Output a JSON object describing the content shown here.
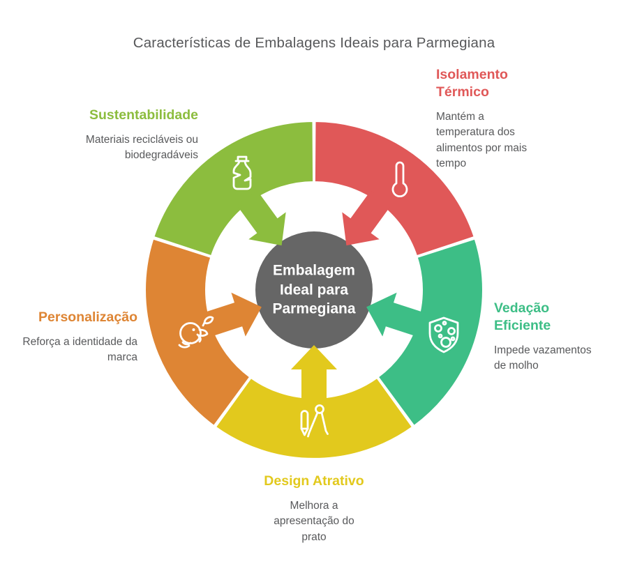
{
  "title": "Características de Embalagens Ideais para Parmegiana",
  "center": {
    "label": "Embalagem Ideal para Parmegiana",
    "color": "#666666",
    "text_color": "#FFFFFF"
  },
  "segments": [
    {
      "id": "isolamento-termico",
      "label": "Isolamento Térmico",
      "description": "Mantém a temperatura dos alimentos por mais tempo",
      "color": "#E05858",
      "icon": "thermometer-icon",
      "start_angle": 0,
      "end_angle": 72
    },
    {
      "id": "vedacao-eficiente",
      "label": "Vedação Eficiente",
      "description": "Impede vazamentos de molho",
      "color": "#3DBE86",
      "icon": "shield-seal-icon",
      "start_angle": 72,
      "end_angle": 144
    },
    {
      "id": "design-atrativo",
      "label": "Design Atrativo",
      "description": "Melhora a apresentação do prato",
      "color": "#E2C91D",
      "icon": "drafting-compass-icon",
      "start_angle": 144,
      "end_angle": 216
    },
    {
      "id": "personalizacao",
      "label": "Personalização",
      "description": "Reforça a identidade da marca",
      "color": "#DE8534",
      "icon": "bird-mascot-icon",
      "start_angle": 216,
      "end_angle": 288
    },
    {
      "id": "sustentabilidade",
      "label": "Sustentabilidade",
      "description": "Materiais recicláveis ou biodegradáveis",
      "color": "#8CBD3E",
      "icon": "recycled-bottle-icon",
      "start_angle": 288,
      "end_angle": 360
    }
  ]
}
